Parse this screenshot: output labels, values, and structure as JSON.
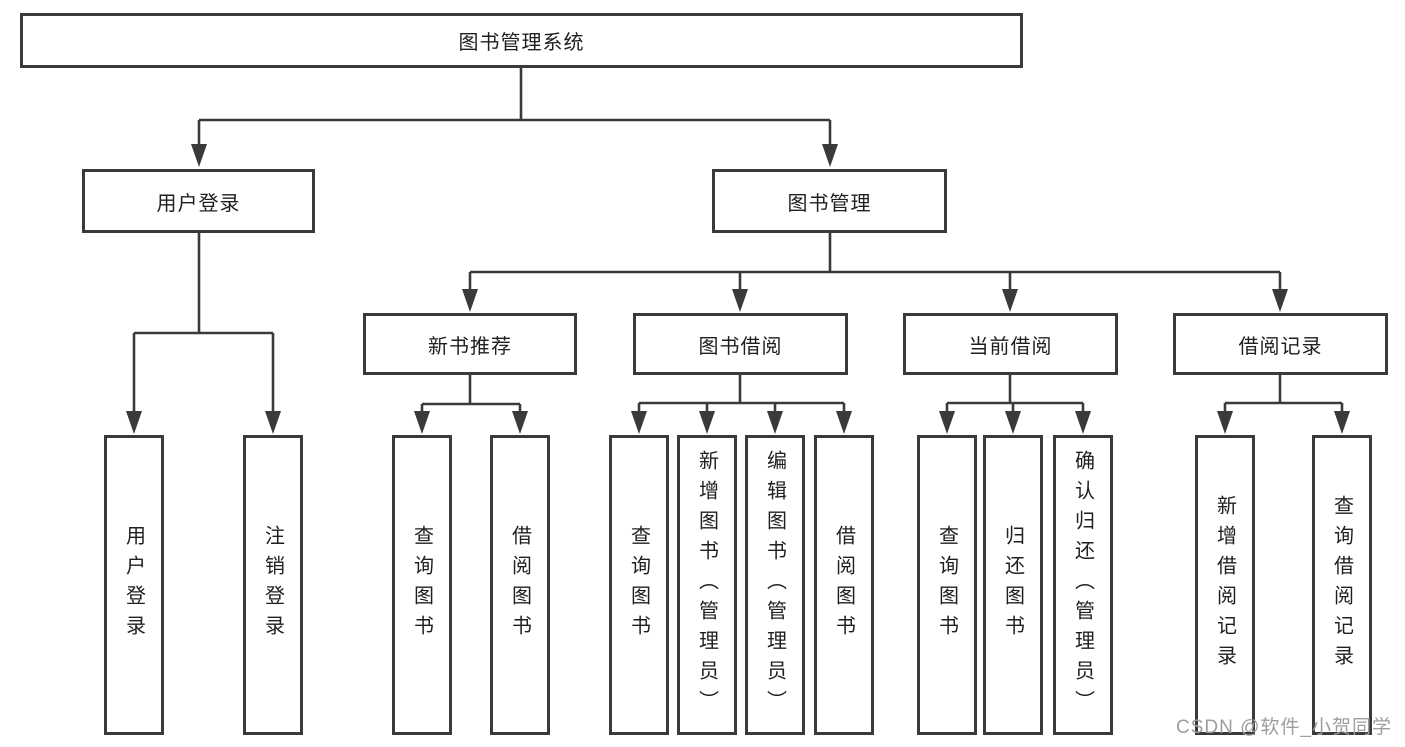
{
  "diagram": {
    "root": {
      "label": "图书管理系统"
    },
    "branches": [
      {
        "label": "用户登录",
        "children": [
          "用户登录",
          "注销登录"
        ]
      },
      {
        "label": "图书管理",
        "children": [
          {
            "label": "新书推荐",
            "children": [
              "查询图书",
              "借阅图书"
            ]
          },
          {
            "label": "图书借阅",
            "children": [
              "查询图书",
              "新增图书（管理员）",
              "编辑图书（管理员）",
              "借阅图书"
            ]
          },
          {
            "label": "当前借阅",
            "children": [
              "查询图书",
              "归还图书",
              "确认归还（管理员）"
            ]
          },
          {
            "label": "借阅记录",
            "children": [
              "新增借阅记录",
              "查询借阅记录"
            ]
          }
        ]
      }
    ]
  },
  "watermark": {
    "text": "CSDN @软件_小贺同学"
  },
  "colors": {
    "line": "#3a3a3a",
    "box_border": "#3a3a3a",
    "box_fill": "#ffffff",
    "text": "#1f1f1f",
    "watermark": "#9e9e9e",
    "background": "#ffffff"
  }
}
